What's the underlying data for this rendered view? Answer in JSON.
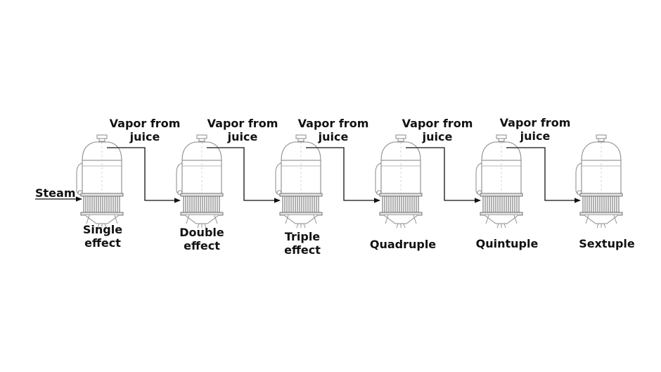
{
  "input_label": "Steam",
  "vapor_label": {
    "line1": "Vapor from",
    "line2": "juice"
  },
  "stages": [
    {
      "line1": "Single",
      "line2": "effect"
    },
    {
      "line1": "Double",
      "line2": "effect"
    },
    {
      "line1": "Triple",
      "line2": "effect"
    },
    {
      "line1": "Quadruple",
      "line2": ""
    },
    {
      "line1": "Quintuple",
      "line2": ""
    },
    {
      "line1": "Sextuple",
      "line2": ""
    }
  ],
  "colors": {
    "ink": "#111111",
    "sketch": "#8a8a8a",
    "tubes": "#555555"
  }
}
